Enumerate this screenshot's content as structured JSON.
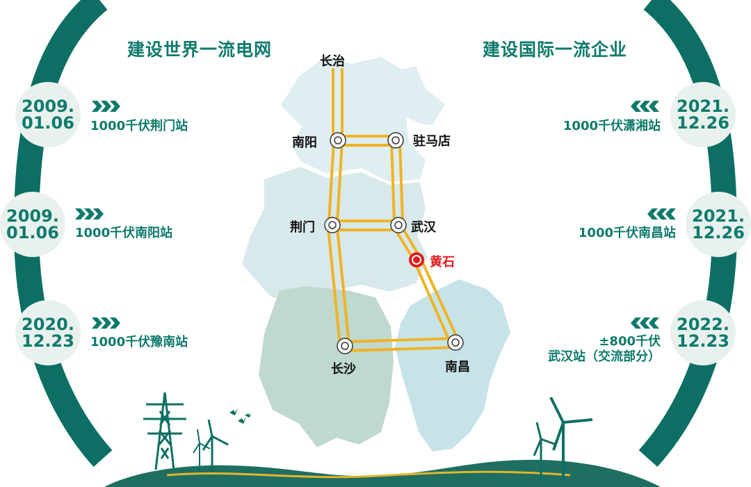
{
  "headings": {
    "left": "建设世界一流电网",
    "right": "建设国际一流企业"
  },
  "left_stations": [
    {
      "date_line1": "2009.",
      "date_line2": "01.06",
      "station": "1000千伏荆门站"
    },
    {
      "date_line1": "2009.",
      "date_line2": "01.06",
      "station": "1000千伏南阳站"
    },
    {
      "date_line1": "2020.",
      "date_line2": "12.23",
      "station": "1000千伏豫南站"
    }
  ],
  "right_stations": [
    {
      "date_line1": "2021.",
      "date_line2": "12.26",
      "station": "1000千伏潇湘站"
    },
    {
      "date_line1": "2021.",
      "date_line2": "12.26",
      "station": "1000千伏南昌站"
    },
    {
      "date_line1": "2022.",
      "date_line2": "12.23",
      "station_line1": "±800千伏",
      "station_line2": "武汉站（交流部分）"
    }
  ],
  "map": {
    "cities": {
      "changzhi": "长治",
      "nanyang": "南阳",
      "zhumadian": "驻马店",
      "jingmen": "荆门",
      "wuhan": "武汉",
      "huangshi": "黄石",
      "changsha": "长沙",
      "nanchang": "南昌"
    }
  },
  "colors": {
    "brand_green": "#0e7a6c",
    "arc_green": "#0d6f63",
    "date_circle_bg": "#e8f1ee",
    "line_gold": "#f0b323",
    "highlight_red": "#e21d1d"
  }
}
